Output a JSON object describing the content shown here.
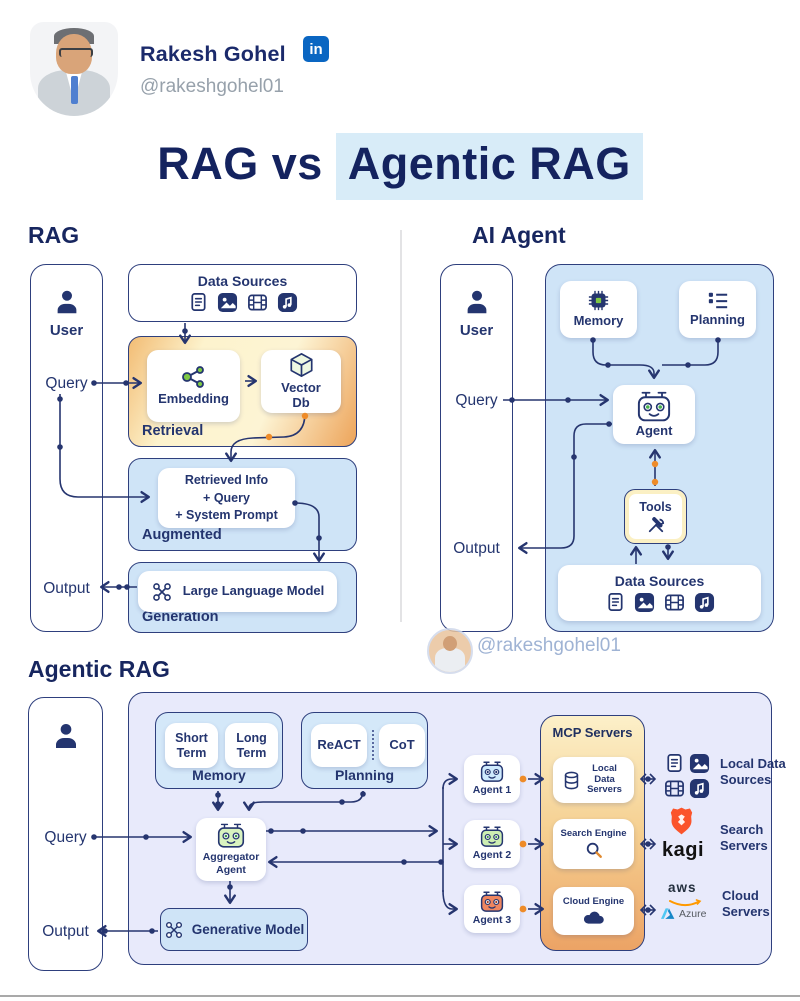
{
  "colors": {
    "navy": "#24356f",
    "heading_navy": "#14235f",
    "line": "#26356f",
    "accent_orange": "#ee8b28",
    "title_highlight": "#d8ecf8",
    "panel_blue": "#cfe4f7",
    "panel_lavender": "#e8eafb",
    "panel_yellow": "#fdf3cd",
    "panel_orange": "#eda45a",
    "linkedin_blue": "#0a66c2",
    "brave_orange": "#fb542b",
    "aws_orange": "#ff9900",
    "azure_blue": "#1b9de2",
    "handle_gray": "#97a1ab"
  },
  "icons": {
    "profile": "person-photo",
    "linkedin": "linkedin-badge",
    "user": "person-silhouette",
    "document": "document-outline",
    "image": "image-filled",
    "film": "film-frame",
    "audio": "music-note",
    "share": "embedding-share-nodes",
    "cube": "vector-db-cube",
    "network": "model-x-network",
    "chip": "memory-chip",
    "list": "planning-checklist",
    "robot": "robot-face",
    "tools": "hammer-and-wrench",
    "database": "db-cylinder",
    "magnifier": "search-magnifier",
    "cloud": "cloud-filled",
    "brave": "brave-shield",
    "kagi": "kagi-wordmark",
    "aws": "aws-logo",
    "azure": "azure-logo"
  },
  "header": {
    "name": "Rakesh Gohel",
    "linkedin_label": "in",
    "handle": "@rakeshgohel01"
  },
  "title": {
    "prefix": "RAG vs",
    "highlight": "Agentic RAG"
  },
  "rag": {
    "heading": "RAG",
    "user_label": "User",
    "query_label": "Query",
    "output_label": "Output",
    "data_sources_label": "Data Sources",
    "retrieval": {
      "label": "Retrieval",
      "embedding": "Embedding",
      "vector_db": "Vector Db"
    },
    "augmented": {
      "label": "Augmented",
      "lines": [
        "Retrieved Info",
        "+ Query",
        "+ System Prompt"
      ]
    },
    "generation": {
      "label": "Generation",
      "llm": "Large Language Model"
    }
  },
  "ai_agent": {
    "heading": "AI Agent",
    "user_label": "User",
    "query_label": "Query",
    "output_label": "Output",
    "memory_label": "Memory",
    "planning_label": "Planning",
    "agent_label": "Agent",
    "tools_label": "Tools",
    "data_sources_label": "Data Sources"
  },
  "watermark": {
    "handle": "@rakeshgohel01"
  },
  "agentic": {
    "heading": "Agentic RAG",
    "query_label": "Query",
    "output_label": "Output",
    "memory": {
      "label": "Memory",
      "short": "Short Term",
      "long": "Long Term"
    },
    "planning": {
      "label": "Planning",
      "react": "ReACT",
      "cot": "CoT"
    },
    "aggregator_label": "Aggregator Agent",
    "generative_label": "Generative Model",
    "agents": [
      {
        "label": "Agent 1"
      },
      {
        "label": "Agent 2"
      },
      {
        "label": "Agent 3"
      }
    ],
    "mcp": {
      "title": "MCP Servers",
      "local": "Local Data Servers",
      "search": "Search Engine",
      "cloud": "Cloud Engine"
    },
    "servers": {
      "local": "Local Data Sources",
      "search": "Search Servers",
      "cloud": "Cloud Servers",
      "kagi": "kagi",
      "aws": "aws",
      "azure": "Azure"
    }
  }
}
